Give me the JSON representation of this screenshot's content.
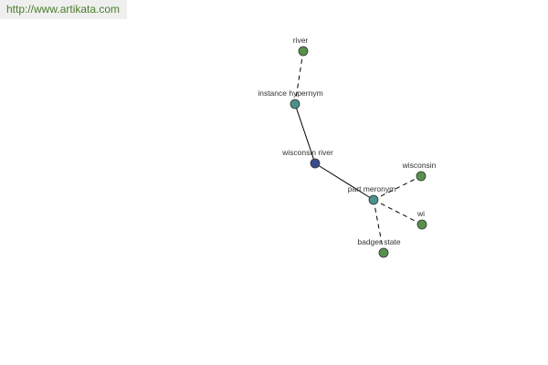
{
  "header": {
    "url_text": "http://www.artikata.com"
  },
  "colors": {
    "banner_text": "#4a7d2a",
    "banner_bg": "#efefef",
    "leaf_node": "#5a8f4e",
    "relation_node": "#4e8f8f",
    "center_node": "#3b4a8f"
  },
  "graph": {
    "nodes": [
      {
        "id": "river",
        "label": "river",
        "kind": "leaf"
      },
      {
        "id": "instance-hypernym",
        "label": "instance hypernym",
        "kind": "relation"
      },
      {
        "id": "wisconsin-river",
        "label": "wisconsin river",
        "kind": "center"
      },
      {
        "id": "part-meronym",
        "label": "part meronym",
        "kind": "relation"
      },
      {
        "id": "wisconsin",
        "label": "wisconsin",
        "kind": "leaf"
      },
      {
        "id": "wi",
        "label": "wi",
        "kind": "leaf"
      },
      {
        "id": "badger-state",
        "label": "badger state",
        "kind": "leaf"
      }
    ],
    "edges": [
      {
        "from": "river",
        "to": "instance-hypernym",
        "style": "dashed"
      },
      {
        "from": "instance-hypernym",
        "to": "wisconsin-river",
        "style": "solid"
      },
      {
        "from": "wisconsin-river",
        "to": "part-meronym",
        "style": "solid"
      },
      {
        "from": "part-meronym",
        "to": "wisconsin",
        "style": "dashed"
      },
      {
        "from": "part-meronym",
        "to": "wi",
        "style": "dashed"
      },
      {
        "from": "part-meronym",
        "to": "badger-state",
        "style": "dashed"
      }
    ]
  }
}
